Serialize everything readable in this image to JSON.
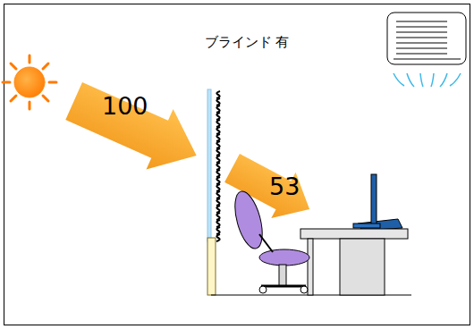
{
  "diagram": {
    "title": "ブラインド 有",
    "labels": [
      "100",
      "53"
    ]
  }
}
